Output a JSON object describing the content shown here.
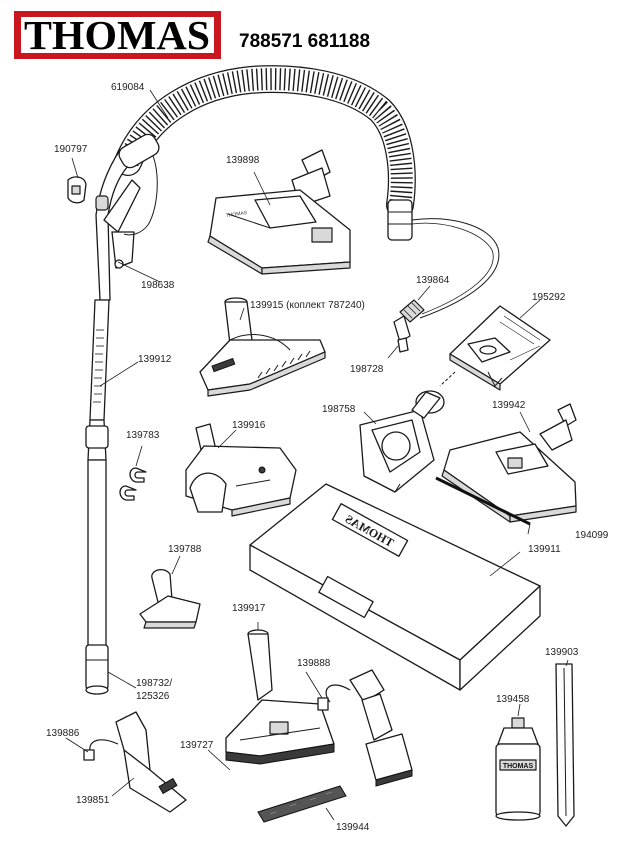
{
  "header": {
    "brand": "THOMAS",
    "codes": "788571 681188",
    "brand_color": "#c8171e"
  },
  "parts": {
    "p619084": "619084",
    "p190797": "190797",
    "p139898": "139898",
    "p198638": "198638",
    "p139864": "139864",
    "p195292": "195292",
    "p139915": "139915 (коплект 787240)",
    "p198728": "198728",
    "p139912": "139912",
    "p198758": "198758",
    "p139942": "139942",
    "p139783": "139783",
    "p139916": "139916",
    "p194099": "194099",
    "p139911": "139911",
    "p139788": "139788",
    "p139917": "139917",
    "p139888": "139888",
    "p139903": "139903",
    "p198732": "198732/",
    "p125326": "125326",
    "p139458": "139458",
    "p139886": "139886",
    "p139727": "139727",
    "p139851": "139851",
    "p139944": "139944"
  },
  "embossed": {
    "case_logo": "THOMAS",
    "bottle_logo": "THOMAS",
    "nozzle_logo": "THOMAS"
  }
}
